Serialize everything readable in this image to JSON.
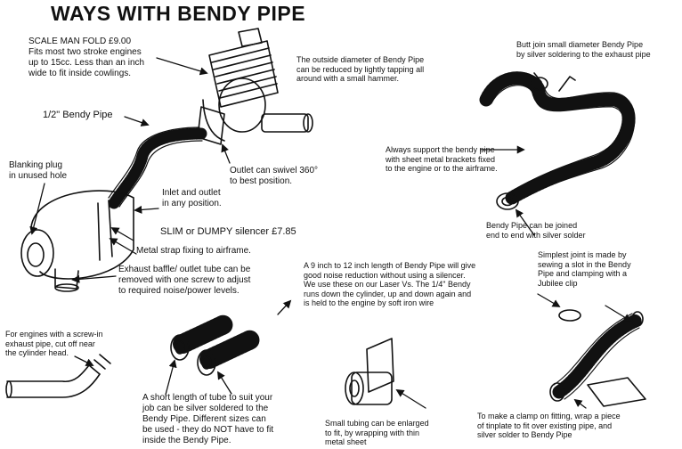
{
  "title": "WAYS WITH BENDY PIPE",
  "notes": {
    "scale_man": "SCALE MAN FOLD  £9.00\nFits most two stroke engines\nup to 15cc. Less than an inch\nwide to fit inside cowlings.",
    "half_inch_pipe": "1/2\" Bendy Pipe",
    "blanking_plug": "Blanking plug\nin unused hole",
    "outlet_swivel": "Outlet can swivel 360°\nto best position.",
    "inlet_outlet": "Inlet and outlet\nin any position.",
    "silencer": "SLIM or DUMPY silencer £7.85",
    "metal_strap": "Metal strap fixing to airframe.",
    "exhaust_baffle": "Exhaust baffle/ outlet tube can be\nremoved with one screw to adjust\nto required noise/power levels.",
    "outside_diameter": "The outside diameter of Bendy Pipe\ncan be reduced by lightly tapping all\naround with a small hammer.",
    "butt_join": "Butt join small diameter Bendy Pipe\nby silver soldering to the exhaust pipe",
    "always_support": "Always support the bendy pipe\nwith sheet metal brackets fixed\nto the engine or to the airframe.",
    "joined_end": "Bendy Pipe can be joined\nend to end with silver solder",
    "length_reduction": "A 9 inch to 12 inch length of Bendy Pipe will give\ngood noise reduction without using a silencer.\nWe use these on our Laser Vs. The 1/4\" Bendy\nruns down the cylinder, up and down again and\nis held to the engine by soft iron wire",
    "simplest_joint": "Simplest joint is made by\nsewing a slot in the Bendy\nPipe and clamping with a\nJubilee clip",
    "screw_in": "For engines with a screw-in\nexhaust pipe, cut off near\nthe cylinder head.",
    "short_length": "A short length of tube to suit your\njob can be silver soldered to the\nBendy Pipe. Different sizes can\nbe used - they do NOT have to fit\ninside the Bendy Pipe.",
    "small_tubing": "Small tubing can be enlarged\nto fit, by wrapping with thin\nmetal sheet",
    "make_clamp": "To make a clamp on fitting, wrap a piece\nof tinplate to fit over existing pipe, and\nsilver solder to Bendy Pipe"
  }
}
